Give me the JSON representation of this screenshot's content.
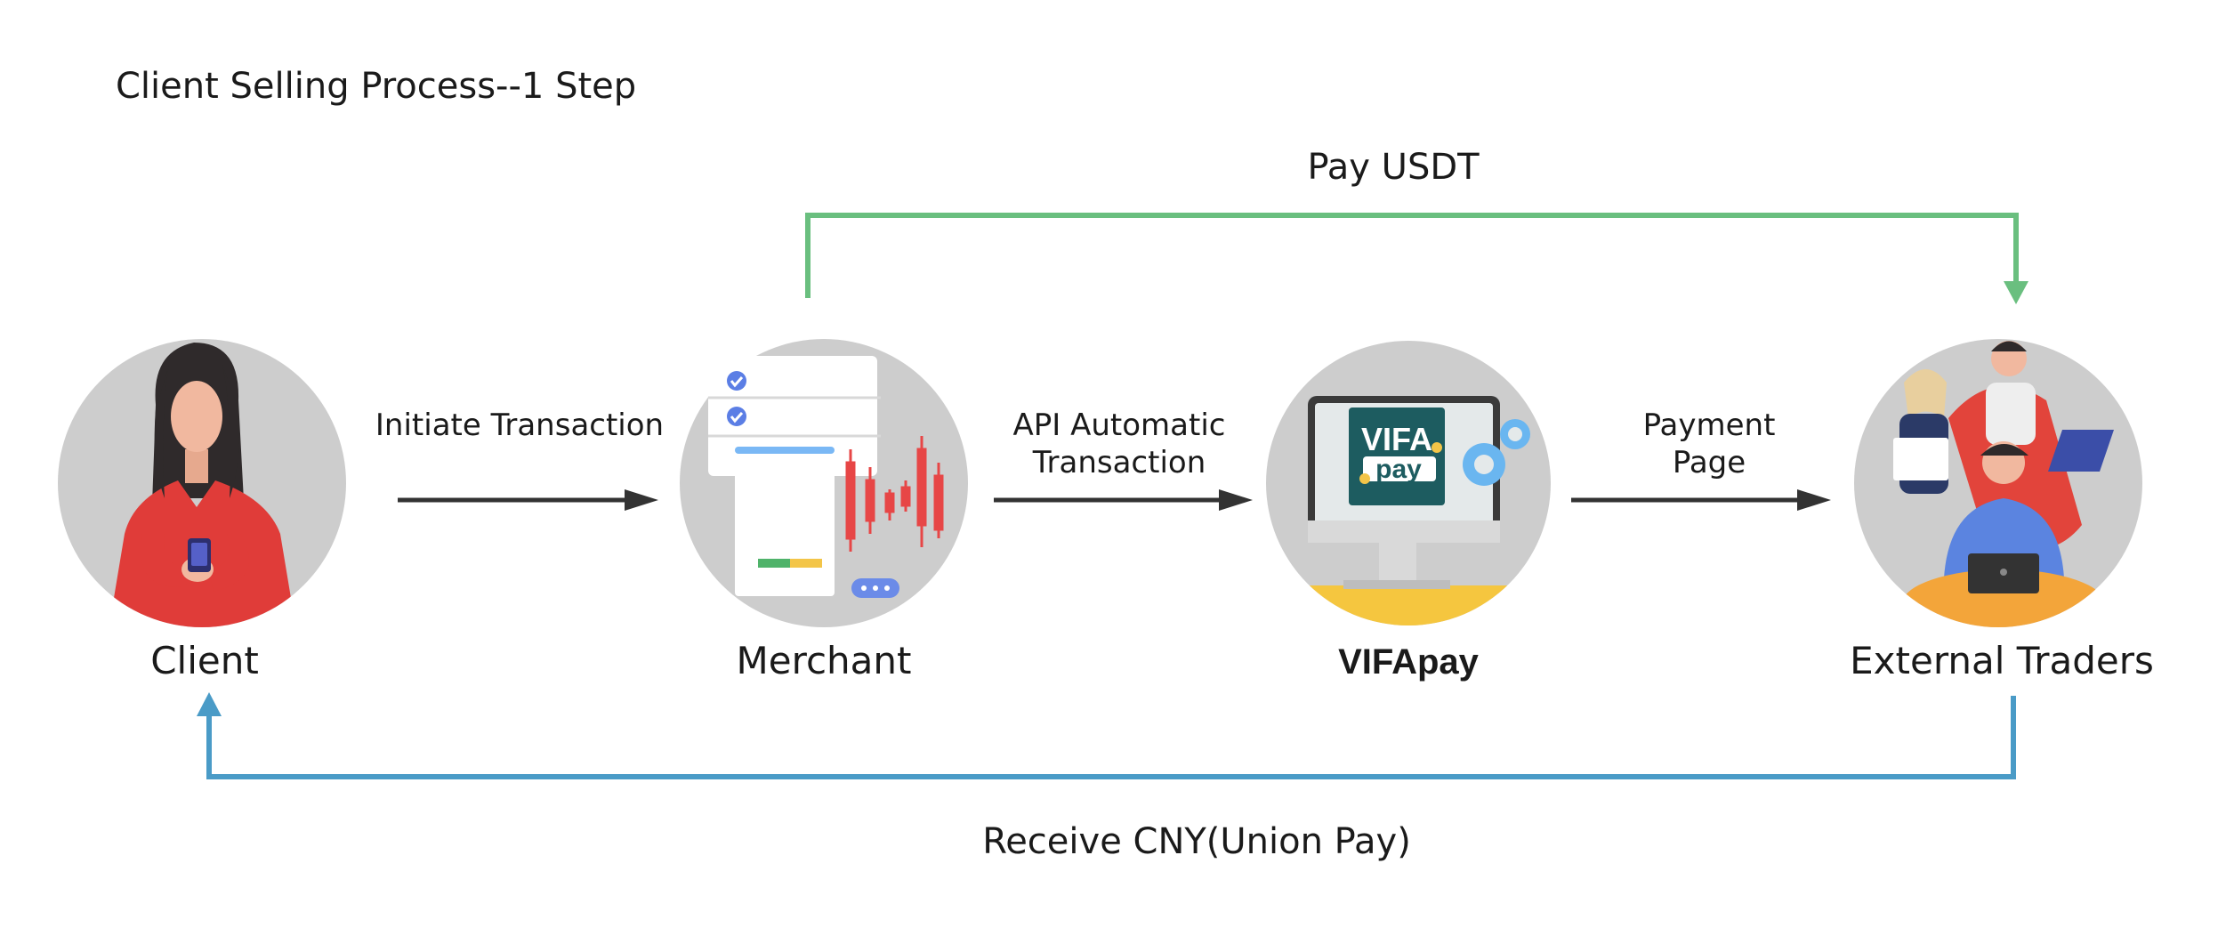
{
  "diagram": {
    "title": "Client Selling Process--1 Step",
    "nodes": [
      {
        "id": "client",
        "label": "Client",
        "icon": "woman-with-phone-icon"
      },
      {
        "id": "merchant",
        "label": "Merchant",
        "icon": "trading-dashboard-icon"
      },
      {
        "id": "vifapay",
        "label": "VIFApay",
        "icon": "monitor-logo-icon",
        "logo_text_top": "VIFA",
        "logo_text_bottom": "pay"
      },
      {
        "id": "traders",
        "label": "External Traders",
        "icon": "people-group-icon"
      }
    ],
    "edges": [
      {
        "from": "client",
        "to": "merchant",
        "label": "Initiate Transaction"
      },
      {
        "from": "merchant",
        "to": "vifapay",
        "label_line1": "API Automatic",
        "label_line2": "Transaction"
      },
      {
        "from": "vifapay",
        "to": "traders",
        "label_line1": "Payment",
        "label_line2": "Page"
      },
      {
        "from": "merchant",
        "to": "traders",
        "label": "Pay USDT",
        "color": "#6abf7f"
      },
      {
        "from": "traders",
        "to": "client",
        "label": "Receive CNY(Union Pay)",
        "color": "#4a9bc7"
      }
    ],
    "colors": {
      "arrow": "#333333",
      "circle_bg": "#cdcdcd",
      "green": "#6abf7f",
      "blue": "#4a9bc7"
    }
  }
}
